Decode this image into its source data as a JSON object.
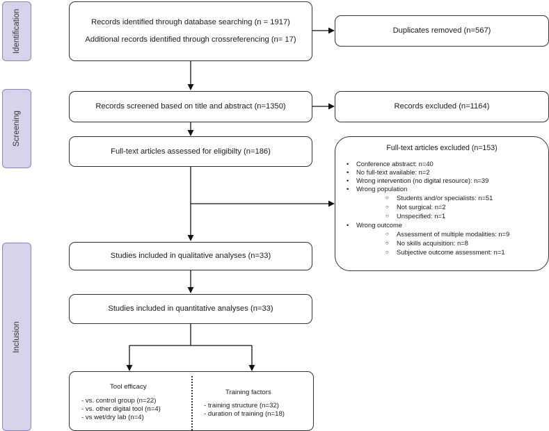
{
  "phases": {
    "identification": "Identification",
    "screening": "Screening",
    "inclusion": "Inclusion"
  },
  "identification": {
    "records_db": "Records identified through database searching (n = 1917)",
    "records_cross": "Additional records identified through crossreferencing (n= 17)",
    "duplicates": "Duplicates removed (n=567)"
  },
  "screening": {
    "screened": "Records screened based on title and abstract (n=1350)",
    "excluded": "Records excluded (n=1164)",
    "fulltext": "Full-text articles assessed for eligibilty (n=186)"
  },
  "fulltext_excluded": {
    "title": "Full-text articles excluded (n=153)",
    "conference": "Conference abstract: n=40",
    "no_fulltext": "No full-text available: n=2",
    "wrong_intervention": "Wrong intervention (no digital resource): n=39",
    "wrong_population": "Wrong population",
    "pop_students": "Students and/or specialists: n=51",
    "pop_not_surgical": "Not surgical: n=2",
    "pop_unspecified": "Unspecified: n=1",
    "wrong_outcome": "Wrong outcome",
    "out_multiple": "Assessment of multiple modalities: n=9",
    "out_no_skills": "No skills acquisition: n=8",
    "out_subjective": "Subjective outcome assessment: n=1"
  },
  "inclusion": {
    "qualitative": "Studies included in qualitative analyses (n=33)",
    "quantitative": "Studies included in quantitative analyses (n=33)"
  },
  "final": {
    "tool_title": "Tool efficacy",
    "tool_1": "- vs. control group (n=22)",
    "tool_2": "- vs. other digital tool (n=4)",
    "tool_3": "- vs wet/dry lab (n=4)",
    "train_title": "Training factors",
    "train_1": "- training structure (n=32)",
    "train_2": "- duration of training (n=18)"
  }
}
